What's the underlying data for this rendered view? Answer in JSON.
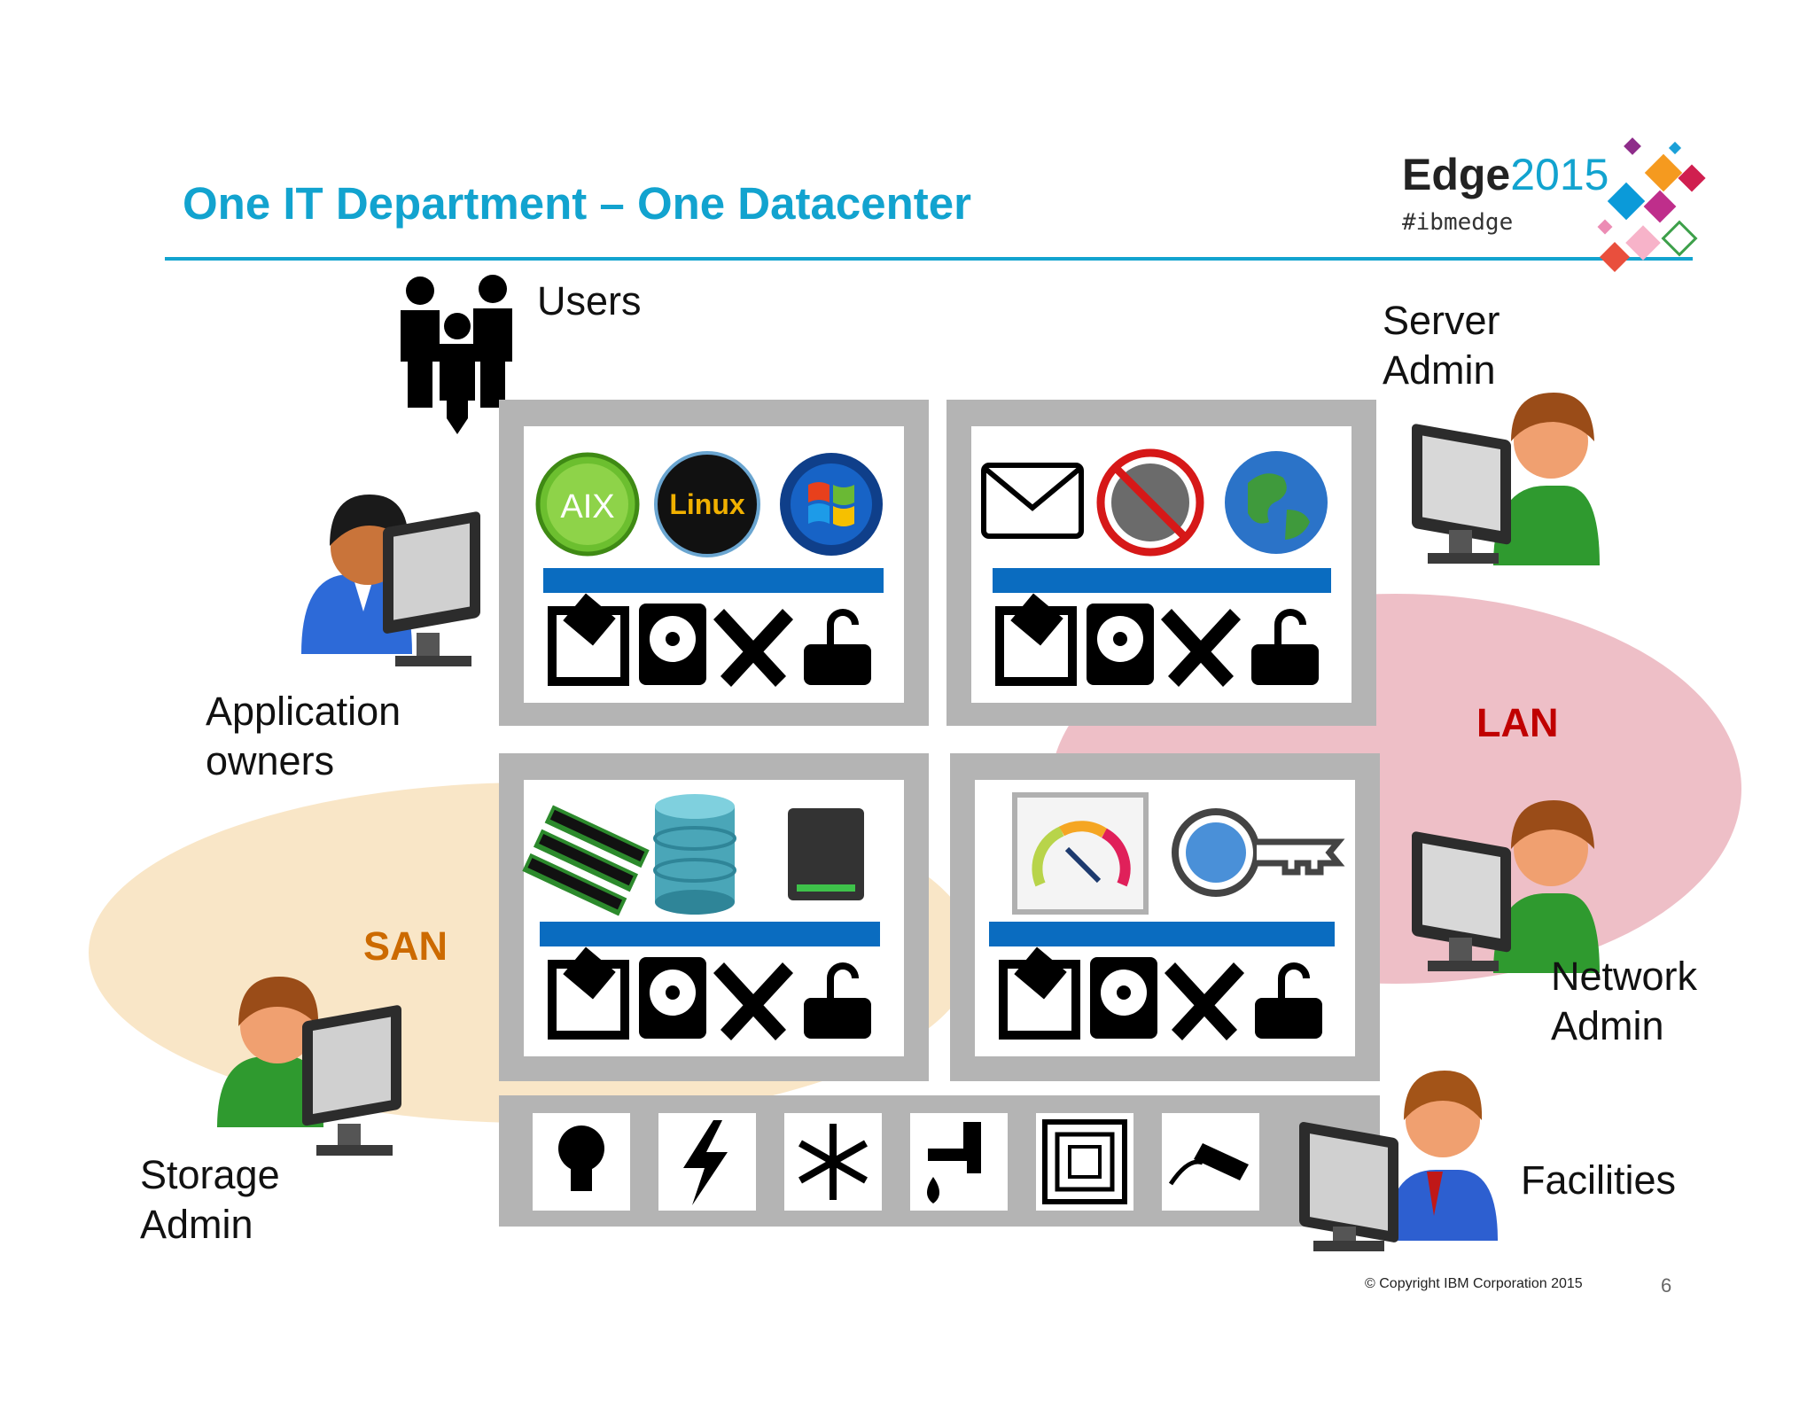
{
  "slide": {
    "title": "One IT Department – One Datacenter",
    "page_number": "6",
    "copyright": "© Copyright IBM Corporation 2015"
  },
  "logo": {
    "word1": "Edge",
    "word2": "2015",
    "tag": "#ibmedge"
  },
  "labels": {
    "users": "Users",
    "server_admin": [
      "Server",
      "Admin"
    ],
    "application_owners": [
      "Application",
      "owners"
    ],
    "network_admin": [
      "Network",
      "Admin"
    ],
    "storage_admin": [
      "Storage",
      "Admin"
    ],
    "facilities": "Facilities",
    "san": "SAN",
    "lan": "LAN"
  },
  "os_badges": {
    "aix": "AIX",
    "linux": "Linux"
  },
  "icons": {
    "server_box_os": [
      "aix-badge-icon",
      "linux-badge-icon",
      "windows-icon"
    ],
    "server_box_services": [
      "mail-icon",
      "no-spy-icon",
      "globe-icon"
    ],
    "server_box_storage": [
      "memory-modules-icon",
      "database-icon",
      "disk-drive-icon"
    ],
    "server_box_management": [
      "speed-gauge-icon",
      "fingerprint-key-icon"
    ],
    "resource_row": [
      "memory-chip-icon",
      "hard-disk-icon",
      "tools-icon",
      "network-lock-icon"
    ],
    "facilities_row": [
      "light-bulb-icon",
      "power-icon",
      "cooling-icon",
      "water-icon",
      "rfid-icon",
      "camera-icon"
    ]
  },
  "colors": {
    "title": "#12a3cf",
    "san": "#cc6a00",
    "lan": "#c00000",
    "bar": "#0a6cc0",
    "san_zone": "#f8e2bd",
    "lan_zone": "#ebb4bd"
  }
}
